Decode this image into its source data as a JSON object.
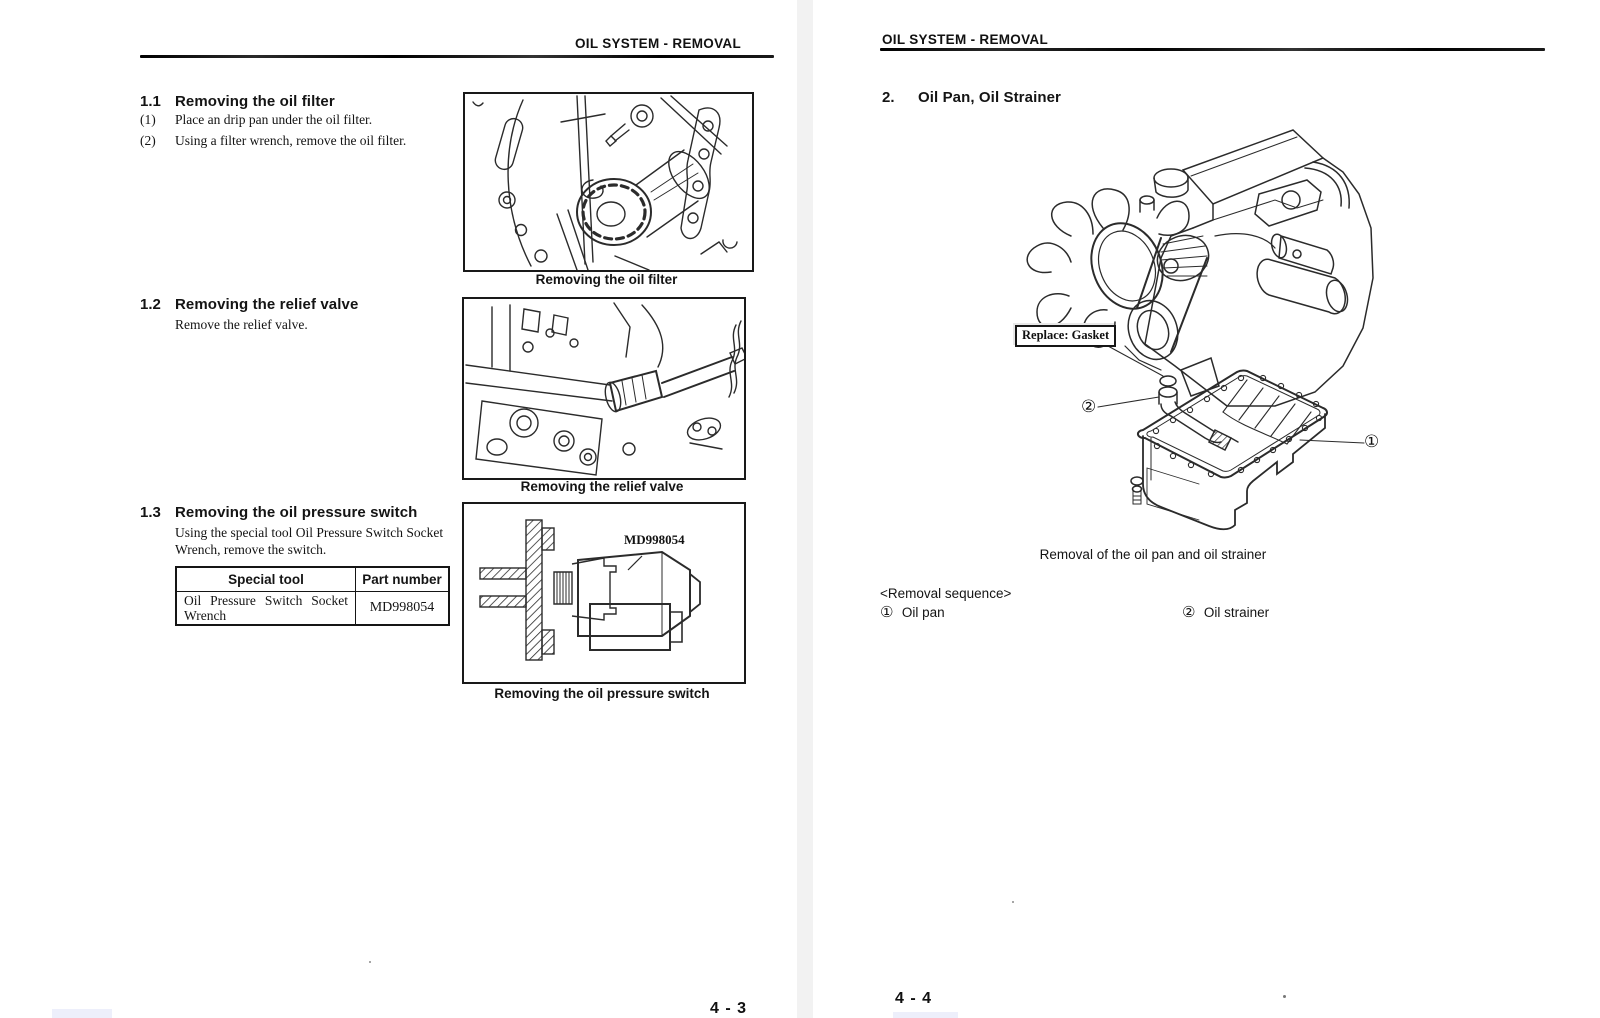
{
  "left_page": {
    "header": "OIL SYSTEM - REMOVAL",
    "page_number": "4 - 3",
    "section_1_1": {
      "number": "1.1",
      "title": "Removing the oil filter",
      "steps": [
        {
          "marker": "(1)",
          "text": "Place an drip pan under the oil filter."
        },
        {
          "marker": "(2)",
          "text": "Using a filter wrench, remove the oil filter."
        }
      ]
    },
    "figure_oil_filter": {
      "caption": "Removing the oil filter"
    },
    "section_1_2": {
      "number": "1.2",
      "title": "Removing the relief valve",
      "body": "Remove the relief valve."
    },
    "figure_relief_valve": {
      "caption": "Removing the relief valve"
    },
    "section_1_3": {
      "number": "1.3",
      "title": "Removing the oil pressure switch",
      "body": "Using the special tool Oil Pressure Switch Socket Wrench, remove the switch.",
      "table": {
        "col_headers": [
          "Special tool",
          "Part number"
        ],
        "row": {
          "tool": "Oil Pressure Switch Socket Wrench",
          "part_number": "MD998054"
        }
      }
    },
    "figure_oil_pressure_switch": {
      "caption": "Removing the oil pressure switch",
      "part_label": "MD998054"
    }
  },
  "right_page": {
    "header": "OIL SYSTEM - REMOVAL",
    "page_number": "4 - 4",
    "section_2": {
      "number": "2.",
      "title": "Oil Pan, Oil Strainer"
    },
    "figure_oil_pan": {
      "replace_label": "Replace: Gasket",
      "callout_oil_pan": "①",
      "callout_oil_strainer": "②",
      "caption": "Removal of the oil pan and oil strainer"
    },
    "removal_sequence": {
      "heading": "<Removal sequence>",
      "items": [
        {
          "marker": "①",
          "label": "Oil pan"
        },
        {
          "marker": "②",
          "label": "Oil strainer"
        }
      ]
    }
  }
}
